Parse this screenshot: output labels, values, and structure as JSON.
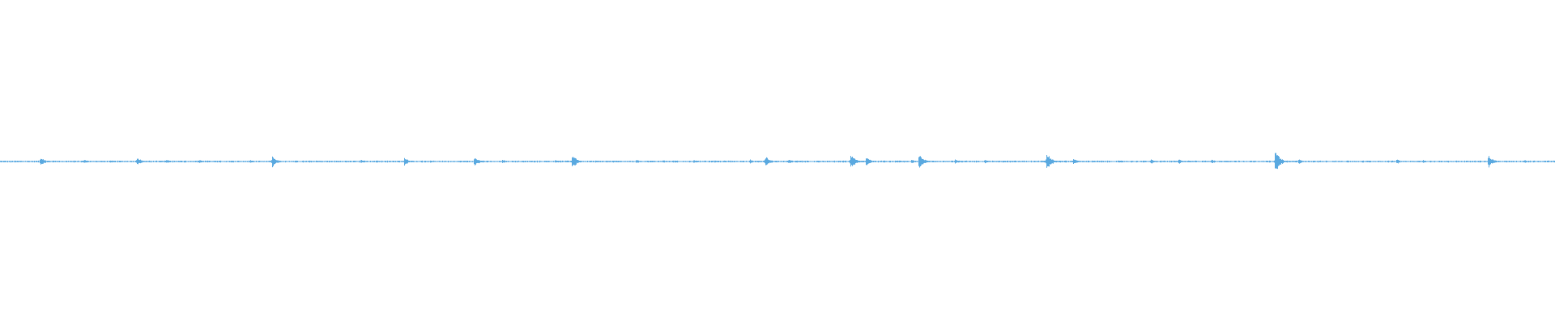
{
  "waveform": {
    "color": "#5aa9e0",
    "background": "#ffffff",
    "amplitude_range": [
      -1,
      1
    ],
    "duration_fraction": [
      0,
      1
    ],
    "baseline_noise": 0.004,
    "bursts": [
      {
        "t": 0.026,
        "amp": 0.028
      },
      {
        "t": 0.054,
        "amp": 0.012
      },
      {
        "t": 0.088,
        "amp": 0.03
      },
      {
        "t": 0.107,
        "amp": 0.014
      },
      {
        "t": 0.128,
        "amp": 0.01
      },
      {
        "t": 0.161,
        "amp": 0.01
      },
      {
        "t": 0.175,
        "amp": 0.036
      },
      {
        "t": 0.232,
        "amp": 0.012
      },
      {
        "t": 0.242,
        "amp": 0.01
      },
      {
        "t": 0.26,
        "amp": 0.026
      },
      {
        "t": 0.305,
        "amp": 0.032
      },
      {
        "t": 0.323,
        "amp": 0.012
      },
      {
        "t": 0.357,
        "amp": 0.012
      },
      {
        "t": 0.368,
        "amp": 0.044
      },
      {
        "t": 0.409,
        "amp": 0.012
      },
      {
        "t": 0.426,
        "amp": 0.01
      },
      {
        "t": 0.446,
        "amp": 0.01
      },
      {
        "t": 0.482,
        "amp": 0.014
      },
      {
        "t": 0.492,
        "amp": 0.036
      },
      {
        "t": 0.507,
        "amp": 0.012
      },
      {
        "t": 0.547,
        "amp": 0.05
      },
      {
        "t": 0.557,
        "amp": 0.03
      },
      {
        "t": 0.586,
        "amp": 0.012
      },
      {
        "t": 0.591,
        "amp": 0.056
      },
      {
        "t": 0.614,
        "amp": 0.016
      },
      {
        "t": 0.633,
        "amp": 0.014
      },
      {
        "t": 0.673,
        "amp": 0.06
      },
      {
        "t": 0.69,
        "amp": 0.018
      },
      {
        "t": 0.74,
        "amp": 0.014
      },
      {
        "t": 0.758,
        "amp": 0.016
      },
      {
        "t": 0.779,
        "amp": 0.012
      },
      {
        "t": 0.82,
        "amp": 0.08
      },
      {
        "t": 0.835,
        "amp": 0.016
      },
      {
        "t": 0.898,
        "amp": 0.016
      },
      {
        "t": 0.915,
        "amp": 0.01
      },
      {
        "t": 0.957,
        "amp": 0.042
      },
      {
        "t": 0.98,
        "amp": 0.01
      }
    ]
  }
}
